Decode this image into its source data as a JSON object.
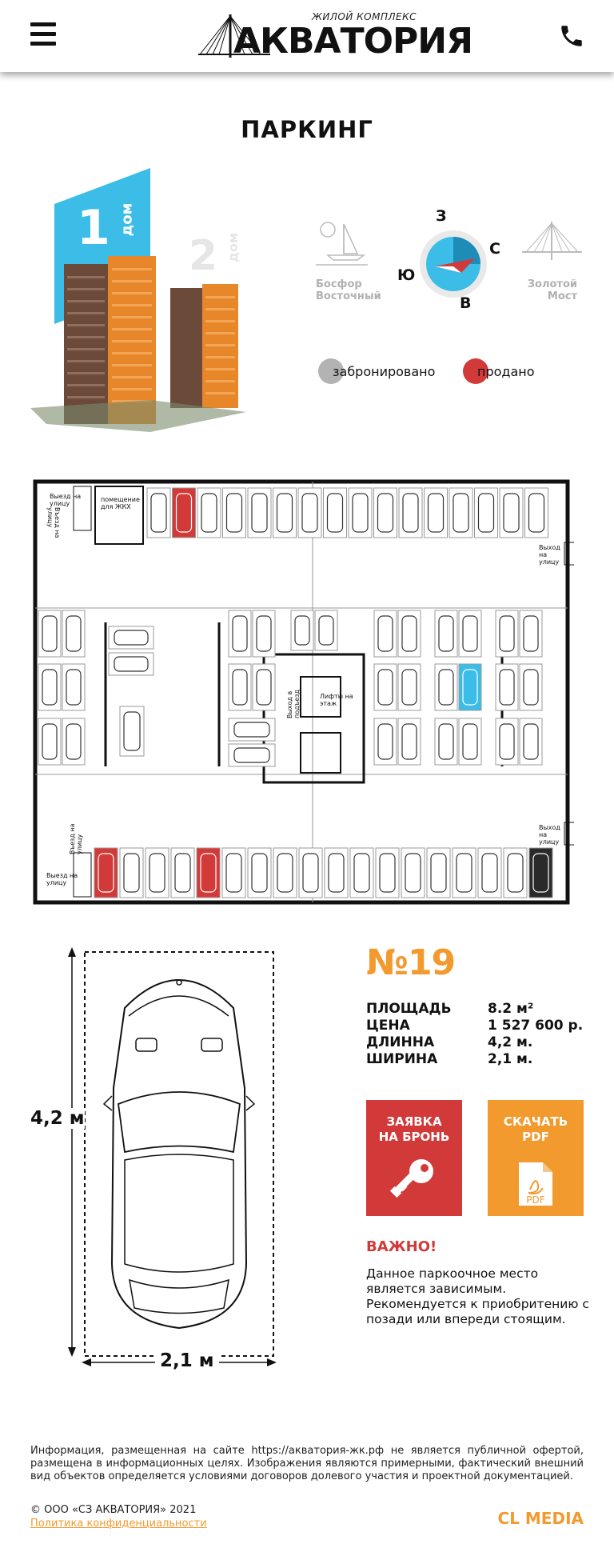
{
  "header": {
    "logo_sub": "ЖИЛОЙ КОМПЛЕКС",
    "logo_main": "АКВАТОРИЯ",
    "menu_icon": "hamburger-menu-icon",
    "phone_icon": "phone-icon"
  },
  "page": {
    "title": "ПАРКИНГ"
  },
  "towers": {
    "house1_num": "1",
    "house1_word": "дом",
    "house2_num": "2",
    "house2_word": "дом"
  },
  "compass": {
    "north": "З",
    "east": "С",
    "south": "В",
    "west": "Ю",
    "left_label_1": "Босфор",
    "left_label_2": "Восточный",
    "right_label_1": "Золотой",
    "right_label_2": "Мост"
  },
  "legend": {
    "reserved": "забронировано",
    "sold": "продано",
    "reserved_color": "#b3b3b3",
    "sold_color": "#d23a3a"
  },
  "plan": {
    "exit_street": "Выезд на улицу",
    "entry_street": "Въезд на улицу",
    "exit_street_tr": "Выход на улицу",
    "exit_street_br": "Выход на улицу",
    "housing_room": "помещение для ЖКХ",
    "lifts": "Лифты на этаж",
    "entrance_exit": "Выход в подъезд",
    "selected_color": "#3bbde8",
    "sold_color": "#d23a3a",
    "dark_color": "#2a2a2a"
  },
  "car": {
    "length_label": "4,2 м",
    "width_label": "2,1 м"
  },
  "spot": {
    "number": "№19",
    "area_label": "ПЛОЩАДЬ",
    "area_value": "8.2 м²",
    "price_label": "ЦЕНА",
    "price_value": "1 527 600 р.",
    "length_label": "ДЛИННА",
    "length_value": "4,2 м.",
    "width_label": "ШИРИНА",
    "width_value": "2,1 м."
  },
  "buttons": {
    "reserve_line1": "ЗАЯВКА",
    "reserve_line2": "НА БРОНЬ",
    "pdf_line1": "СКАЧАТЬ",
    "pdf_line2": "PDF",
    "pdf_icon_text": "PDF"
  },
  "important": {
    "title": "ВАЖНО!",
    "text": "Данное паркоочное место является зависимым. Рекомендуется к приобритению с позади или впереди стоящим."
  },
  "footer": {
    "disclaimer": "Информация, размещенная на сайте https://акватория-жк.рф не является публичной офертой, размещена в информационных целях. Изображения являются примерными, фактический внешний вид объектов определяется условиями договоров долевого участия и проектной документацией.",
    "copyright": "© ООО «СЗ АКВАТОРИЯ» 2021",
    "privacy": "Политика конфиденциальности",
    "brand": "CL MEDIA"
  }
}
